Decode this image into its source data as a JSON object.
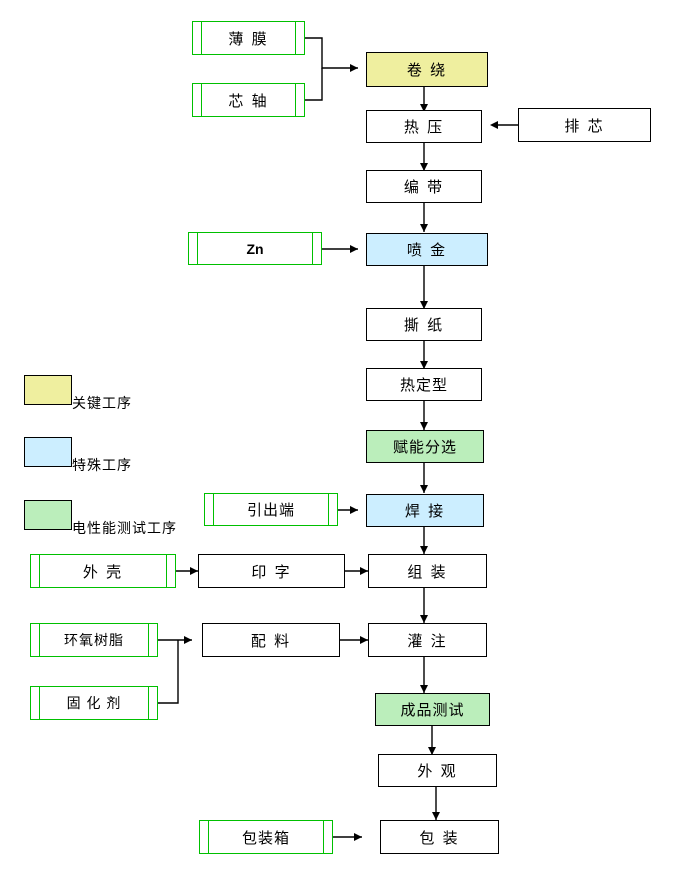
{
  "diagram": {
    "title": "",
    "colors": {
      "key_process": "#efef9f",
      "special_process": "#cceeff",
      "electrical_test_process": "#bbeebb",
      "green_border": "#00c000",
      "black_border": "#000000"
    },
    "nodes": [
      {
        "id": "film",
        "label": "薄  膜",
        "style": "green"
      },
      {
        "id": "mandrel",
        "label": "芯  轴",
        "style": "green"
      },
      {
        "id": "winding",
        "label": "卷    绕",
        "style": "key"
      },
      {
        "id": "pullcore",
        "label": "排  芯",
        "style": "black"
      },
      {
        "id": "hotpress",
        "label": "热    压",
        "style": "black"
      },
      {
        "id": "taping",
        "label": "编    带",
        "style": "black"
      },
      {
        "id": "zn",
        "label": "Zn",
        "style": "green"
      },
      {
        "id": "metalspray",
        "label": "喷    金",
        "style": "special"
      },
      {
        "id": "tearpaper",
        "label": "撕    纸",
        "style": "black"
      },
      {
        "id": "heatset",
        "label": "热定型",
        "style": "black"
      },
      {
        "id": "empower",
        "label": "赋能分选",
        "style": "etest"
      },
      {
        "id": "lead",
        "label": "引出端",
        "style": "green"
      },
      {
        "id": "welding",
        "label": "焊    接",
        "style": "special"
      },
      {
        "id": "shell",
        "label": "外    壳",
        "style": "green"
      },
      {
        "id": "printing",
        "label": "印    字",
        "style": "black"
      },
      {
        "id": "assembly",
        "label": "组    装",
        "style": "black"
      },
      {
        "id": "epoxy",
        "label": "环氧树脂",
        "style": "green"
      },
      {
        "id": "hardener",
        "label": "固 化 剂",
        "style": "green"
      },
      {
        "id": "compounding",
        "label": "配    料",
        "style": "black"
      },
      {
        "id": "potting",
        "label": "灌    注",
        "style": "black"
      },
      {
        "id": "finaltest",
        "label": "成品测试",
        "style": "etest"
      },
      {
        "id": "appearance",
        "label": "外    观",
        "style": "black"
      },
      {
        "id": "carton",
        "label": "包装箱",
        "style": "green"
      },
      {
        "id": "packing",
        "label": "包    装",
        "style": "black"
      }
    ],
    "legend": [
      {
        "id": "legend-key",
        "label": "关键工序",
        "color": "#efef9f"
      },
      {
        "id": "legend-special",
        "label": "特殊工序",
        "color": "#cceeff"
      },
      {
        "id": "legend-etest",
        "label": "电性能测试工序",
        "color": "#bbeebb"
      }
    ]
  }
}
